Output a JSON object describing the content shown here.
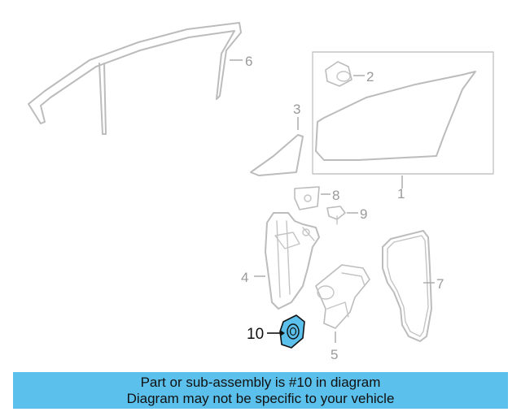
{
  "diagram": {
    "highlight_color": "#5bc0eb",
    "callouts": {
      "c1": "1",
      "c2": "2",
      "c3": "3",
      "c4": "4",
      "c5": "5",
      "c6": "6",
      "c7": "7",
      "c8": "8",
      "c9": "9",
      "c10": "10"
    }
  },
  "banner": {
    "line1": "Part or sub-assembly is #10 in diagram",
    "line2": "Diagram may not be specific to your vehicle"
  }
}
